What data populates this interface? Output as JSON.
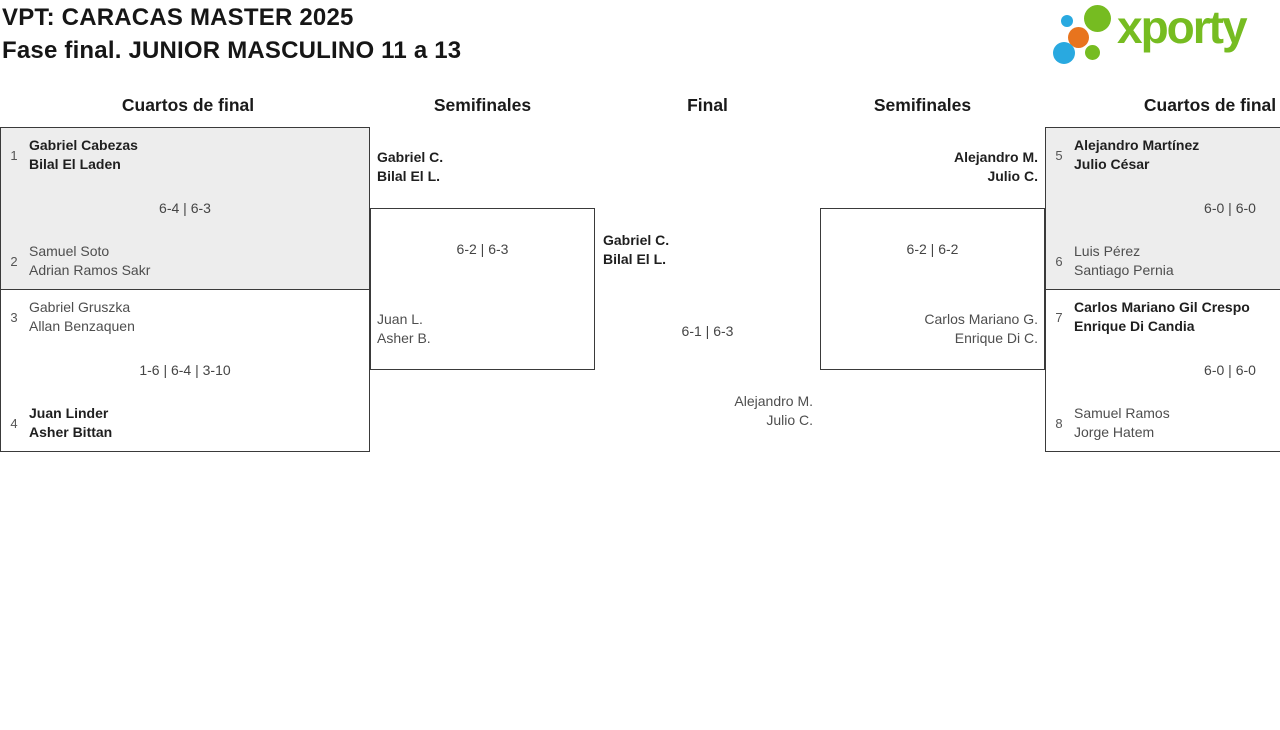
{
  "page": {
    "background": "#FFFFFF"
  },
  "header": {
    "title_line1": "VPT: CARACAS MASTER 2025",
    "title_line2": "Fase final. JUNIOR MASCULINO 11 a 13"
  },
  "logo": {
    "text": "xporty",
    "green": "#76BC21",
    "blue": "#29A9E0",
    "orange": "#E8741E"
  },
  "rounds": {
    "qf_left_label": "Cuartos de final",
    "sf_left_label": "Semifinales",
    "final_label": "Final",
    "sf_right_label": "Semifinales",
    "qf_right_label": "Cuartos de final"
  },
  "bracket": {
    "qf_left": [
      {
        "seed_top": "1",
        "top_line1": "Gabriel Cabezas",
        "top_line2": "Bilal El Laden",
        "score": "6-4 | 6-3",
        "seed_bottom": "2",
        "bottom_line1": "Samuel Soto",
        "bottom_line2": "Adrian Ramos Sakr",
        "winner": "top"
      },
      {
        "seed_top": "3",
        "top_line1": "Gabriel Gruszka",
        "top_line2": "Allan Benzaquen",
        "score": "1-6 | 6-4 | 3-10",
        "seed_bottom": "4",
        "bottom_line1": "Juan Linder",
        "bottom_line2": "Asher Bittan",
        "winner": "bottom"
      }
    ],
    "sf_left": {
      "winner_line1": "Gabriel C.",
      "winner_line2": "Bilal El L.",
      "score": "6-2 | 6-3",
      "loser_line1": "Juan L.",
      "loser_line2": "Asher B."
    },
    "final": {
      "winner_line1": "Gabriel C.",
      "winner_line2": "Bilal El L.",
      "score": "6-1 | 6-3",
      "loser_line1": "Alejandro M.",
      "loser_line2": "Julio C."
    },
    "sf_right": {
      "winner_line1": "Alejandro M.",
      "winner_line2": "Julio C.",
      "score": "6-2 | 6-2",
      "loser_line1": "Carlos Mariano G.",
      "loser_line2": "Enrique Di C."
    },
    "qf_right": [
      {
        "seed_top": "5",
        "top_line1": "Alejandro Martínez",
        "top_line2": "Julio César",
        "score": "6-0 | 6-0",
        "seed_bottom": "6",
        "bottom_line1": "Luis Pérez",
        "bottom_line2": "Santiago Pernia",
        "winner": "top"
      },
      {
        "seed_top": "7",
        "top_line1": "Carlos Mariano Gil Crespo",
        "top_line2": "Enrique Di Candia",
        "score": "6-0 | 6-0",
        "seed_bottom": "8",
        "bottom_line1": "Samuel Ramos",
        "bottom_line2": "Jorge Hatem",
        "winner": "top"
      }
    ]
  },
  "colors": {
    "box_fill_shaded": "#EDEDED",
    "box_fill_plain": "#FFFFFF",
    "box_border": "#3A3A3A",
    "winner_text": "#1F1F1F",
    "loser_text": "#4E4E4E",
    "score_text": "#454545",
    "seed_text": "#555555",
    "heading_text": "#1A1A1A"
  }
}
